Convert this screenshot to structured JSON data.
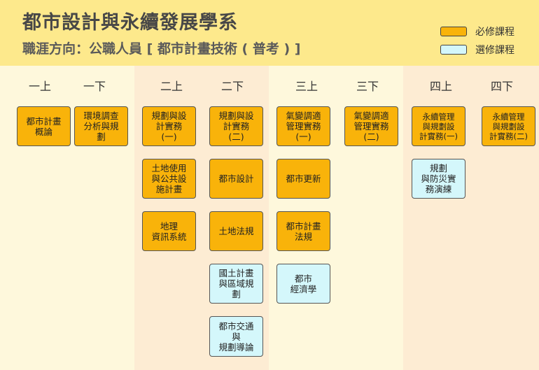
{
  "header": {
    "department": "都市設計與永續發展學系",
    "career": "職涯方向：公職人員 [ 都市計畫技術 ( 普考 ) ]"
  },
  "legend": {
    "required": {
      "label": "必修課程",
      "color": "#f9b30a"
    },
    "elective": {
      "label": "選修課程",
      "color": "#d4f7fb"
    }
  },
  "semesters": [
    "一上",
    "一下",
    "二上",
    "二下",
    "三上",
    "三下",
    "四上",
    "四下"
  ],
  "courses": {
    "c1": {
      "name": "都市計畫\n概論",
      "type": "required"
    },
    "c2": {
      "name": "環境調查\n分析與規\n劃",
      "type": "required"
    },
    "c3": {
      "name": "規劃與設\n計實務\n(一)",
      "type": "required"
    },
    "c4": {
      "name": "土地使用\n與公共設\n施計畫",
      "type": "required"
    },
    "c5": {
      "name": "地理\n資訊系統",
      "type": "required"
    },
    "c6": {
      "name": "規劃與設\n計實務\n(二)",
      "type": "required"
    },
    "c7": {
      "name": "都市設計",
      "type": "required"
    },
    "c8": {
      "name": "土地法規",
      "type": "required"
    },
    "c9": {
      "name": "國土計畫\n與區域規\n劃",
      "type": "elective"
    },
    "c10": {
      "name": "都市交通\n與\n規劃導論",
      "type": "elective"
    },
    "c11": {
      "name": "氣變調適\n管理實務\n(一)",
      "type": "required"
    },
    "c12": {
      "name": "都市更新",
      "type": "required"
    },
    "c13": {
      "name": "都市計畫\n法規",
      "type": "required"
    },
    "c14": {
      "name": "都市\n經濟學",
      "type": "elective"
    },
    "c15": {
      "name": "氣變調適\n管理實務\n(二)",
      "type": "required"
    },
    "c16": {
      "name": "永續管理\n與規劃設\n計實務(一)",
      "type": "required"
    },
    "c17": {
      "name": "規劃\n與防災實\n務演練",
      "type": "elective"
    },
    "c18": {
      "name": "永續管理\n與規劃設\n計實務(二)",
      "type": "required"
    }
  }
}
